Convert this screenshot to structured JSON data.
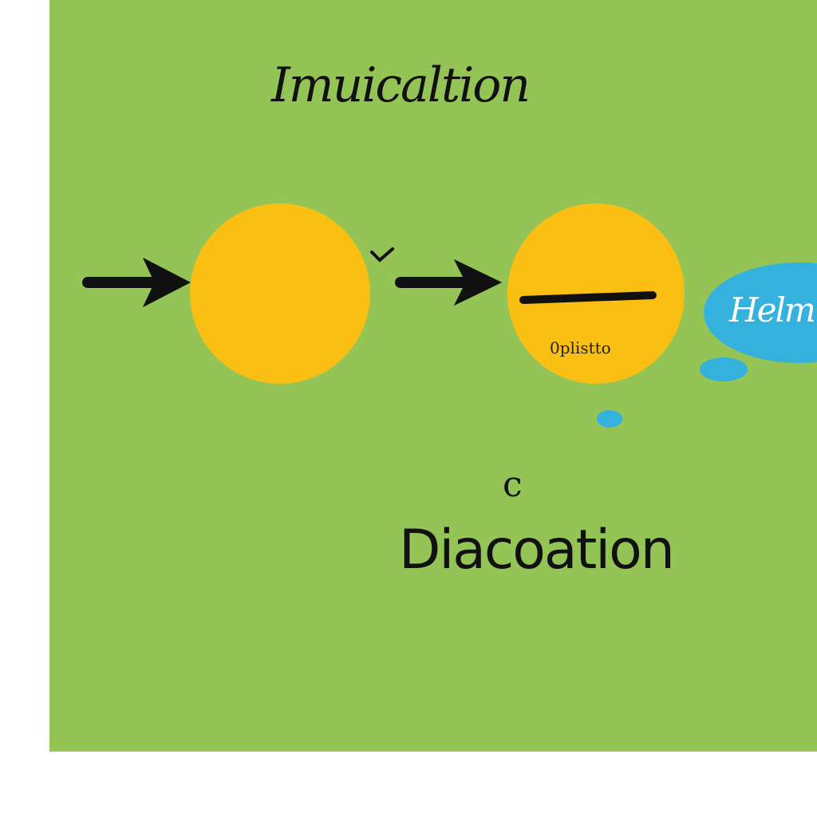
{
  "diagram": {
    "title": "Imuicaltion",
    "nodes": [
      {
        "id": "node-1",
        "label": ""
      },
      {
        "id": "node-2",
        "label": "0plistto"
      }
    ],
    "speech_cloud": {
      "text": "Helm"
    },
    "small_mark": "c",
    "subtitle": "Diacoation"
  },
  "colors": {
    "background": "#93c455",
    "node_fill": "#fbbf13",
    "cloud_fill": "#35b1dd",
    "ink": "#111111",
    "page": "#ffffff"
  }
}
